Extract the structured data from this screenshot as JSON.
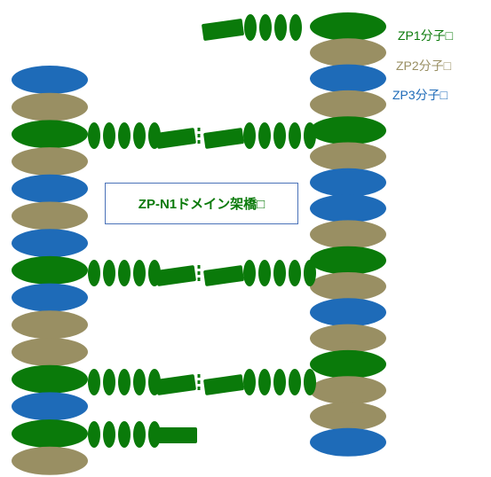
{
  "colors": {
    "zp1": "#0a7a0a",
    "zp2": "#998f63",
    "zp3": "#1e6bb8",
    "bridge_border": "#4a72b8"
  },
  "legend": {
    "zp1": "ZP1分子□",
    "zp2": "ZP2分子□",
    "zp3": "ZP3分子□"
  },
  "bridge_label": "ZP-N1ドメイン架橋□",
  "left_stack": [
    "zp3",
    "zp2",
    "zp1",
    "zp2",
    "zp3",
    "zp2",
    "zp3",
    "zp1",
    "zp3",
    "zp2",
    "zp2",
    "zp1",
    "zp3",
    "zp1",
    "zp2"
  ],
  "right_stack": [
    "zp1",
    "zp2",
    "zp3",
    "zp2",
    "zp1",
    "zp2",
    "zp3",
    "zp3",
    "zp2",
    "zp1",
    "zp2",
    "zp3",
    "zp2",
    "zp1",
    "zp2",
    "zp2",
    "zp3"
  ]
}
